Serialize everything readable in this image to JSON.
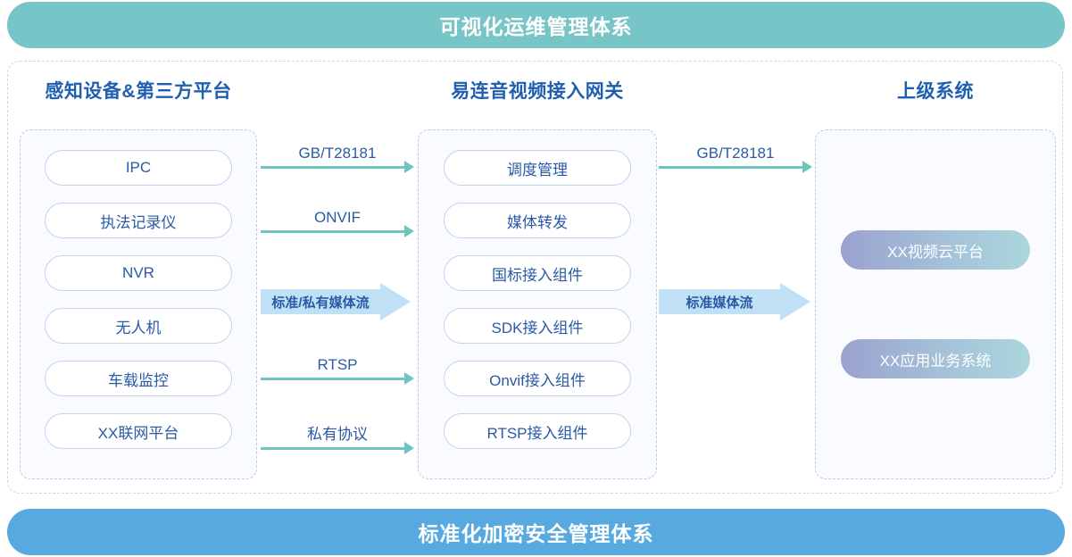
{
  "banners": {
    "top": "可视化运维管理体系",
    "bottom": "标准化加密安全管理体系"
  },
  "columns": [
    {
      "heading": "感知设备&第三方平台",
      "items": [
        "IPC",
        "执法记录仪",
        "NVR",
        "无人机",
        "车载监控",
        "XX联网平台"
      ]
    },
    {
      "heading": "易连音视频接入网关",
      "items": [
        "调度管理",
        "媒体转发",
        "国标接入组件",
        "SDK接入组件",
        "Onvif接入组件",
        "RTSP接入组件"
      ]
    },
    {
      "heading": "上级系统",
      "items": [
        "XX视频云平台",
        "XX应用业务系统"
      ]
    }
  ],
  "arrows_left": [
    {
      "label": "GB/T28181",
      "type": "thin"
    },
    {
      "label": "ONVIF",
      "type": "thin"
    },
    {
      "label": "标准/私有媒体流",
      "type": "block"
    },
    {
      "label": "RTSP",
      "type": "thin"
    },
    {
      "label": "私有协议",
      "type": "thin"
    }
  ],
  "arrows_right": [
    {
      "label": "GB/T28181",
      "type": "thin"
    },
    {
      "label": "标准媒体流",
      "type": "block"
    }
  ],
  "colors": {
    "banner_top": "#78c5c8",
    "banner_bottom": "#57a9e0",
    "heading_blue": "#1f5fb0",
    "pill_text": "#2a5aa5",
    "pill_border": "#c3d3ea",
    "thin_arrow": "#6cc6bd",
    "block_arrow": "#bfe0f5",
    "dashed_border": "#b9cbe6"
  }
}
